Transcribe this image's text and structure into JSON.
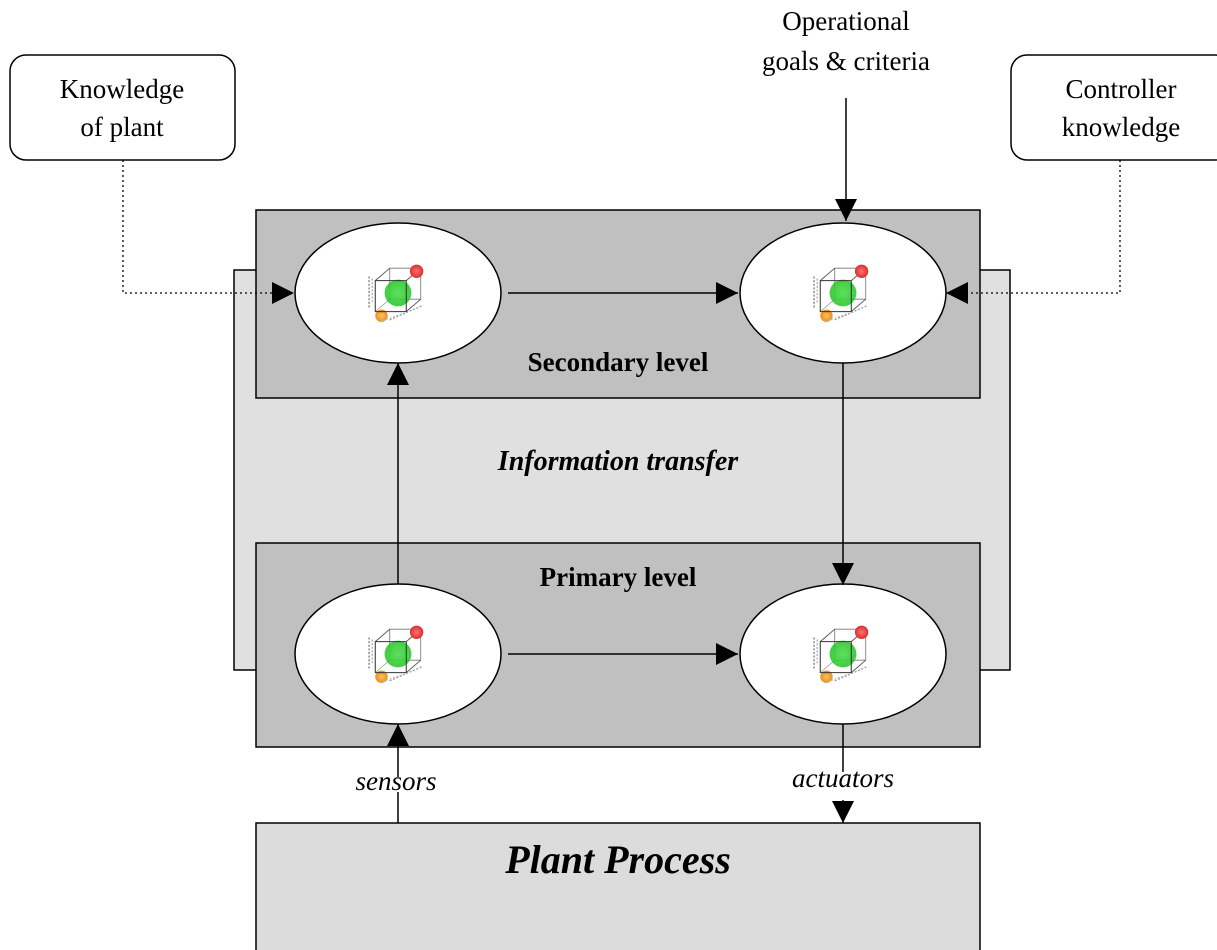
{
  "top_input": {
    "line1": "Operational",
    "line2": "goals & criteria"
  },
  "knowledge_of_plant": {
    "line1": "Knowledge",
    "line2": "of plant"
  },
  "controller_knowledge": {
    "line1": "Controller",
    "line2": "knowledge"
  },
  "secondary_level": {
    "label": "Secondary level"
  },
  "primary_level": {
    "label": "Primary level"
  },
  "information_transfer": {
    "label": "Information transfer"
  },
  "sensors": {
    "label": "sensors"
  },
  "actuators": {
    "label": "actuators"
  },
  "plant_process": {
    "label": "Plant Process"
  },
  "colors": {
    "outer_frame": "#e0e0e0",
    "level_box": "#c0c0c0",
    "plant_box": "#dcdcdc",
    "cube_red": "#e04040",
    "cube_green": "#33cc33",
    "cube_orange": "#f0a030"
  }
}
